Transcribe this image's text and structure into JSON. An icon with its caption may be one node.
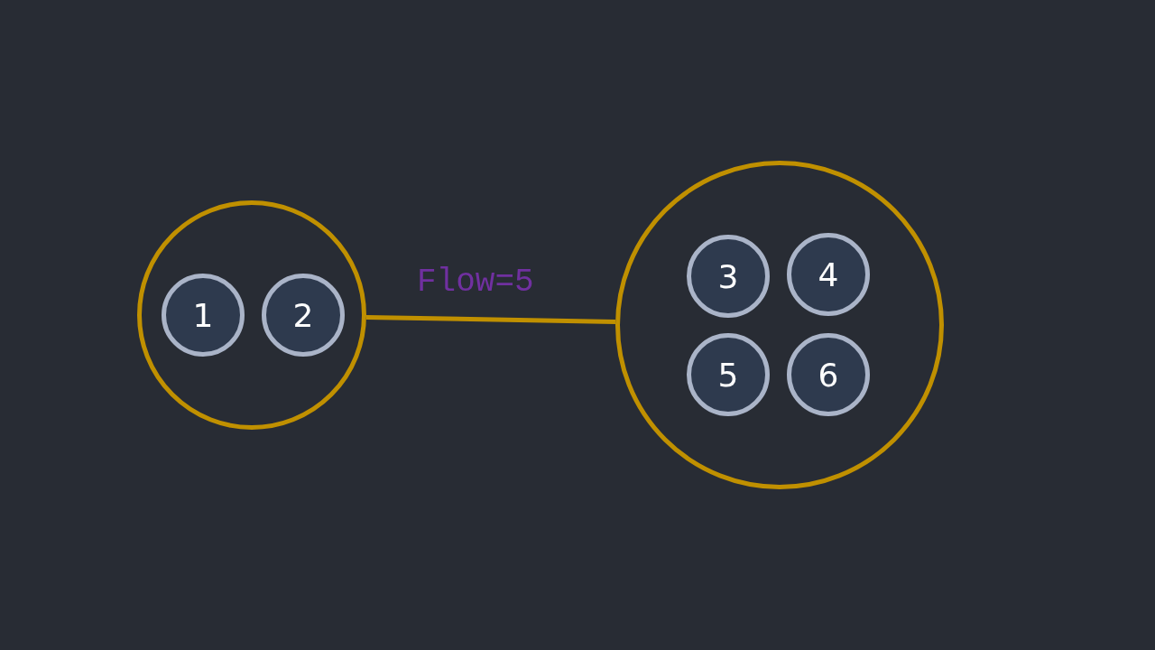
{
  "diagram": {
    "nodes": [
      {
        "text": [],
        "shape": "circle"
      },
      {
        "text": [
          "1"
        ],
        "in": 0
      },
      {
        "text": [
          "2"
        ],
        "in": 0
      },
      {
        "text": [],
        "shape": "circle"
      },
      {
        "text": [
          "3"
        ],
        "in": 3
      },
      {
        "text": [
          "4"
        ],
        "in": 3
      },
      {
        "text": [
          "5"
        ],
        "in": 3
      },
      {
        "text": [
          "6"
        ],
        "in": 3
      }
    ],
    "edges": [
      {
        "from": 0,
        "to": 3,
        "arrow": "none",
        "label": "Flow=5"
      }
    ]
  }
}
